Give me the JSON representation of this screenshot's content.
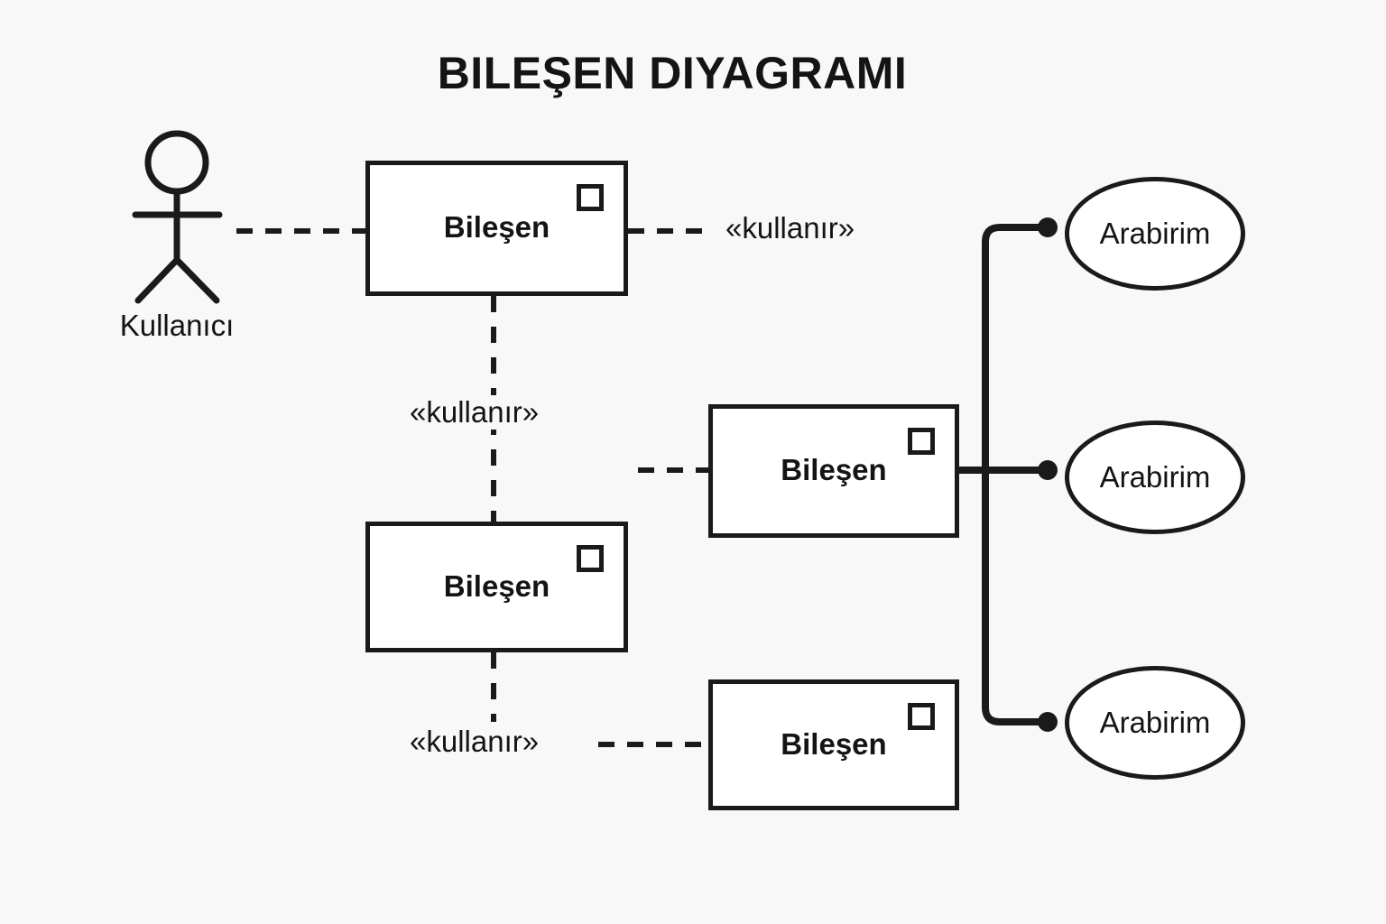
{
  "diagram": {
    "title": "BILEŞEN DIYAGRAMI",
    "background_color": "#f8f8f8",
    "stroke_color": "#1a1a1a",
    "text_color": "#141414"
  },
  "actor": {
    "label": "Kullanıcı",
    "icon": "stick-figure-actor-icon"
  },
  "components": [
    {
      "label": "Bileşen",
      "icon": "component-square-icon"
    },
    {
      "label": "Bileşen",
      "icon": "component-square-icon"
    },
    {
      "label": "Bileşen",
      "icon": "component-square-icon"
    },
    {
      "label": "Bileşen",
      "icon": "component-square-icon"
    }
  ],
  "interfaces": [
    {
      "label": "Arabirim",
      "icon": "interface-ball-icon"
    },
    {
      "label": "Arabirim",
      "icon": "interface-ball-icon"
    },
    {
      "label": "Arabirim",
      "icon": "interface-ball-icon"
    }
  ],
  "dependencies": [
    {
      "label": "«kullanır»",
      "from": "component-1",
      "to": "interface-trunk"
    },
    {
      "label": "«kullanır»",
      "from": "component-1",
      "to": "component-3"
    },
    {
      "label": "«kullanır»",
      "from": "component-3",
      "to": "component-4"
    }
  ],
  "relations": {
    "actor_to_component": "dashed"
  }
}
